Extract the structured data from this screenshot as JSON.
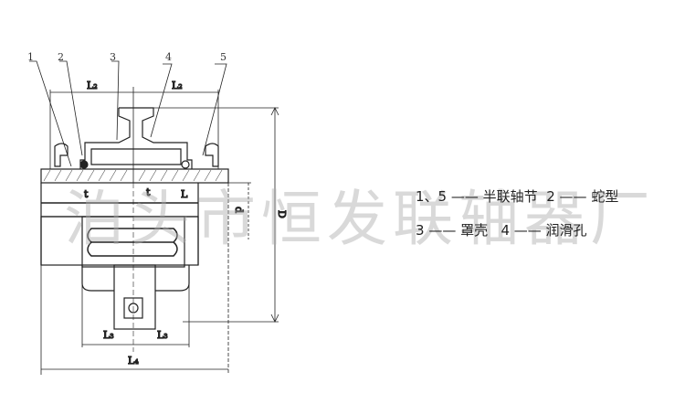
{
  "drawing": {
    "part_numbers": [
      "1",
      "2",
      "3",
      "4",
      "5"
    ],
    "dimensions": {
      "top_left": "L₂",
      "top_right": "L₂",
      "gap": "t",
      "t_left": "t",
      "hub_length": "L",
      "bore": "d",
      "outer_diameter": "D",
      "bottom_left": "L₃",
      "bottom_right": "L₃",
      "overall": "L₄"
    }
  },
  "legend": {
    "row1": {
      "num_a": "1、5",
      "label_a": "半联轴节",
      "num_b": "2",
      "label_b": "蛇型"
    },
    "row2": {
      "num_a": "3",
      "label_a": "罩壳",
      "num_b": "4",
      "label_b": "润滑孔"
    },
    "dash": "——"
  },
  "watermark": "泊头市恒发联轴器厂"
}
